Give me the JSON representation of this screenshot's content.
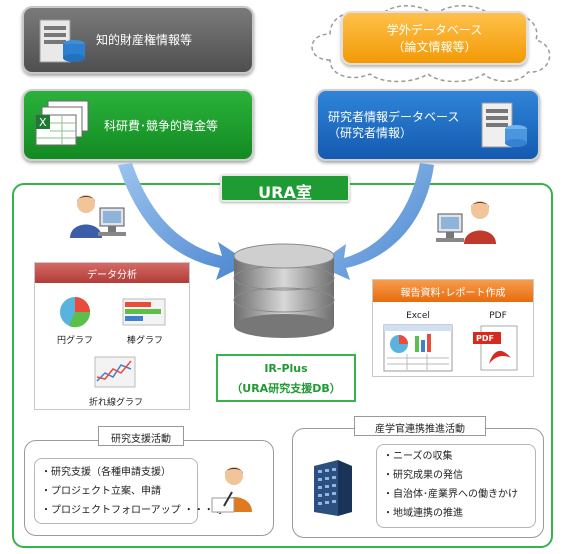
{
  "top_left_box": {
    "label": "知的財産権情報等"
  },
  "top_right_box": {
    "line1": "学外データベース",
    "line2": "（論文情報等）"
  },
  "mid_left_box": {
    "label": "科研費･競争的資金等"
  },
  "mid_right_box": {
    "line1": "研究者情報データベース",
    "line2": "（研究者情報）"
  },
  "ura_title": "URA室",
  "data_analysis": {
    "title": "データ分析",
    "pie_label": "円グラフ",
    "bar_label": "棒グラフ",
    "line_label": "折れ線グラフ"
  },
  "report": {
    "title": "報告資料･レポート作成",
    "excel_label": "Excel",
    "pdf_label": "PDF"
  },
  "db": {
    "line1": "IR-Plus",
    "line2": "（URA研究支援DB）"
  },
  "research_support": {
    "title": "研究支援活動",
    "items": [
      "・研究支援（各種申請支援）",
      "・プロジェクト立案、申請",
      "・プロジェクトフォローアップ ・・・等"
    ]
  },
  "industry": {
    "title": "産学官連携推進活動",
    "items": [
      "・ニーズの収集",
      "・研究成果の発信",
      "・自治体･産業界への働きかけ",
      "・地域連携の推進"
    ]
  },
  "colors": {
    "gray": "#5f5f5f",
    "orange": "#f7a516",
    "green": "#1b9a2a",
    "blue": "#1e6bc4",
    "frame": "#37b24d",
    "panel_header": "#c0504d",
    "panel_header2": "#f07b22",
    "arrow": "#5b95d8"
  }
}
